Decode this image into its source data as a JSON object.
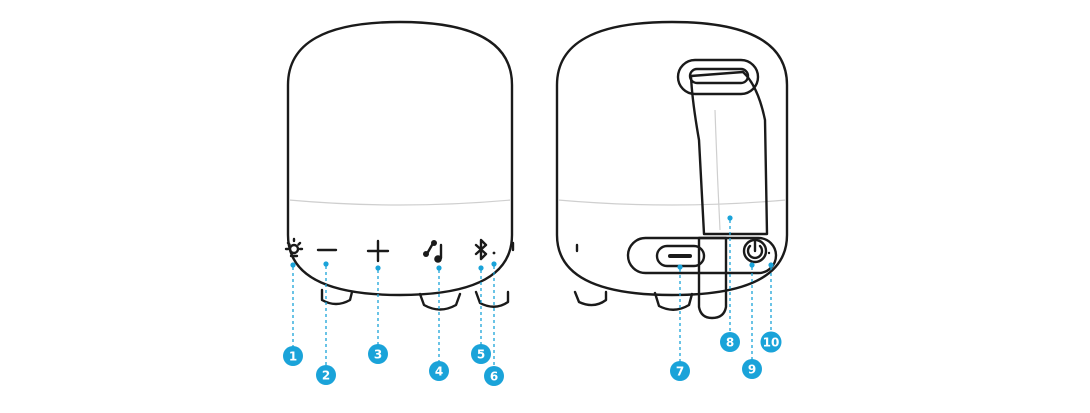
{
  "callouts": {
    "c1": "1",
    "c2": "2",
    "c3": "3",
    "c4": "4",
    "c5": "5",
    "c6": "6",
    "c7": "7",
    "c8": "8",
    "c9": "9",
    "c10": "10"
  },
  "icons": {
    "c1": "light-icon",
    "c2": "volume-down-icon",
    "c3": "volume-up-icon",
    "c4": "partyplay-icon",
    "c5": "bluetooth-icon",
    "c6": "bluetooth-indicator-led",
    "c7": "usb-c-port",
    "c8": "carrying-strap",
    "c9": "power-icon",
    "c10": "power-indicator-led"
  },
  "colors": {
    "callout": "#1aa3d9",
    "outline": "#1a1a1a"
  }
}
